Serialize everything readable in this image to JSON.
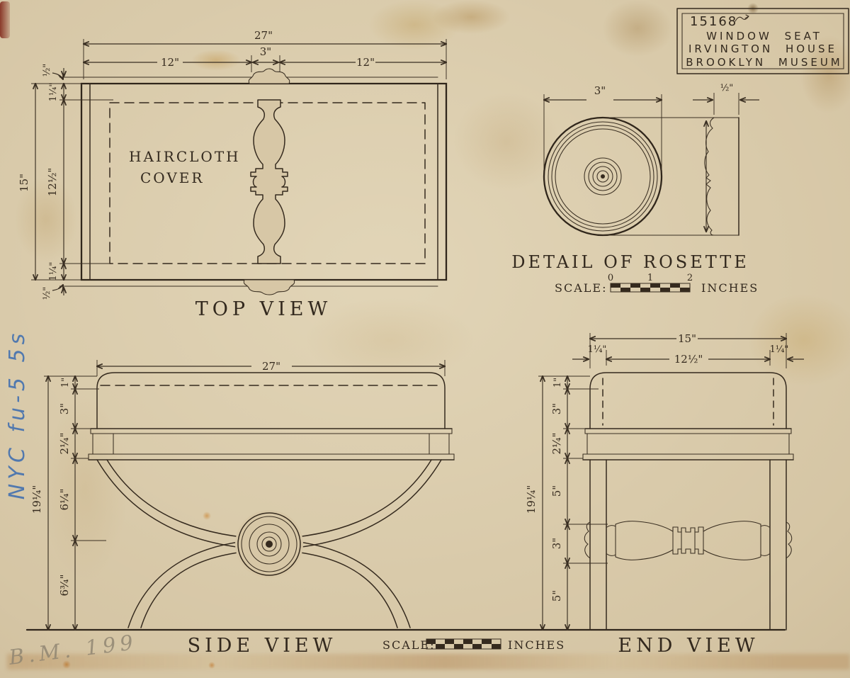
{
  "paper": {
    "background": "#d5c5a4",
    "ink": "#352a1e",
    "blue_crayon": "#3a6bb0",
    "pencil": "#8d8370"
  },
  "title_block": {
    "number": "15168",
    "lines": [
      "WINDOW SEAT",
      "IRVINGTON HOUSE",
      "BROOKLYN MUSEUM"
    ]
  },
  "top_view": {
    "label": "TOP VIEW",
    "cover_line1": "HAIRCLOTH",
    "cover_line2": "COVER",
    "dim_overall_width": "27\"",
    "width_chain": [
      "12\"",
      "3\"",
      "12\""
    ],
    "dim_overall_depth": "15\"",
    "left_chain": [
      "½\"",
      "1¼\"",
      "12½\"",
      "1¼\"",
      "½\""
    ]
  },
  "rosette_detail": {
    "label": "DETAIL OF ROSETTE",
    "dim_diameter": "3\"",
    "dim_thickness": "½\"",
    "scale_label": "SCALE:",
    "scale_ticks": [
      "0",
      "1",
      "2"
    ],
    "scale_units": "INCHES"
  },
  "side_view": {
    "label": "SIDE VIEW",
    "dim_overall_width": "27\"",
    "dim_overall_height": "19¼\"",
    "dims_vertical": [
      "1\"",
      "3\"",
      "2¼\"",
      "6¼\"",
      "6¾\""
    ]
  },
  "end_view": {
    "label": "END VIEW",
    "dim_overall_width": "15\"",
    "top_chain": [
      "1¼\"",
      "12½\"",
      "1¼\""
    ],
    "dim_overall_height": "19¼\"",
    "dims_vertical": [
      "1\"",
      "3\"",
      "2¼\"",
      "5\"",
      "3\"",
      "5\""
    ]
  },
  "bottom_scale": {
    "scale_label": "SCALE:",
    "units": "INCHES"
  },
  "annotations": {
    "blue_note": "NYC fu-5 5s",
    "pencil_note": "B.M. 199"
  }
}
